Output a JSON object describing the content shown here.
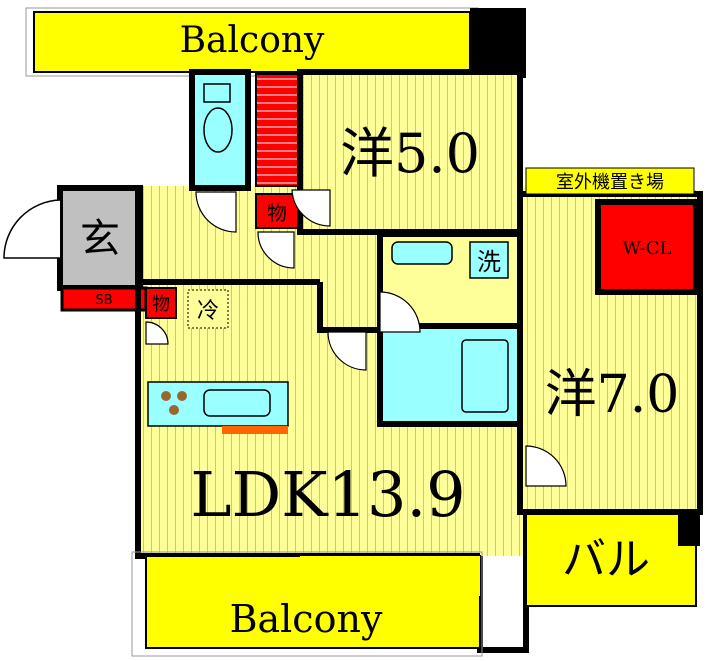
{
  "plan": {
    "balcony_top": "Balcony",
    "balcony_bottom": "Balcony",
    "room_western_1": "洋5.0",
    "room_western_2": "洋7.0",
    "room_ldk": "LDK13.9",
    "entrance": "玄",
    "storage_1": "物",
    "storage_2": "物",
    "shoe_box": "SB",
    "fridge": "冷",
    "laundry": "洗",
    "walk_in_closet": "W-CL",
    "outdoor_unit_space": "室外機置き場",
    "side_balcony": "バル"
  },
  "colors": {
    "balcony_yellow": "#ffff00",
    "room_yellow": "#ffff99",
    "storage_red": "#ff0000",
    "water_blue": "#99ffff",
    "floor_grey": "#c0c0c0",
    "wall_black": "#000000"
  }
}
